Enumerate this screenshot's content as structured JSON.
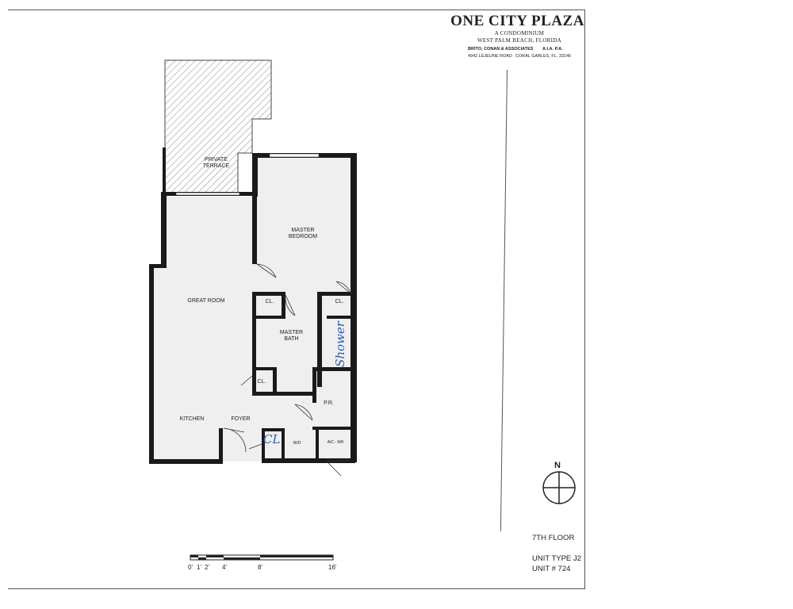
{
  "title_block": {
    "project": "ONE CITY PLAZA",
    "subtitle": "A CONDOMINIUM",
    "location": "WEST PALM BEACH, FLORIDA",
    "architect": "BRITO, CONAN & ASSOCIATES",
    "architect_suffix": "A.I.A.  P.A.",
    "address_line": "4942 LEJEUNE ROAD",
    "city_line": "CORAL GABLES, FL. 33146"
  },
  "rooms": {
    "terrace": "PRIVATE\nTERRACE",
    "master_bedroom": "MASTER\nBEDROOM",
    "great_room": "GREAT ROOM",
    "master_bath": "MASTER\nBATH",
    "closet_1": "CL.",
    "closet_2": "CL.",
    "closet_3": "CL.",
    "powder_room": "P.R.",
    "kitchen": "KITCHEN",
    "foyer": "FOYER",
    "washer_dryer": "W/D",
    "ac_mech": "A/C - MH"
  },
  "handwritten": {
    "shower": "Shower",
    "closet": "CL"
  },
  "compass": {
    "north_label": "N"
  },
  "unit_info": {
    "floor": "7TH FLOOR",
    "unit_type": "UNIT TYPE J2",
    "unit_number": "UNIT # 724"
  },
  "scale_bar": {
    "labels": [
      "0'",
      "1'",
      "2'",
      "4'",
      "8'",
      "16'"
    ]
  },
  "colors": {
    "wall": "#1a1a1a",
    "floor_fill": "#ececec",
    "terrace_hatch": "#9a9a9a",
    "handwriting": "#2b5bb5"
  }
}
